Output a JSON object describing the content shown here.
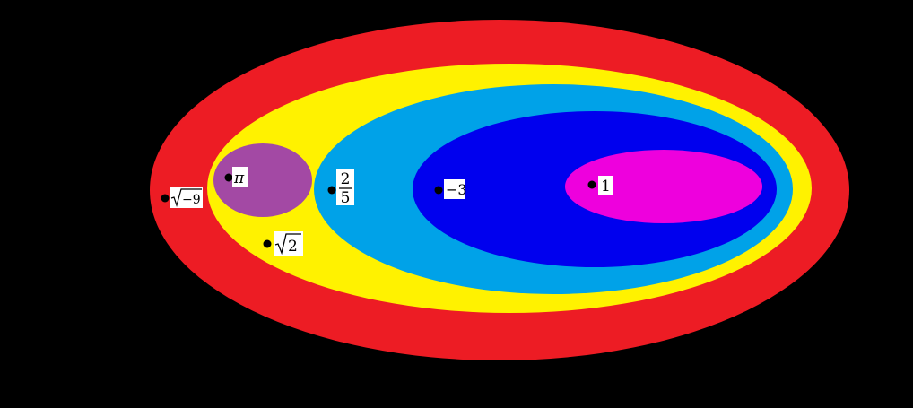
{
  "colors": {
    "background": "#000000",
    "outer": "#ed1c24",
    "second": "#fff200",
    "third": "#00a2e8",
    "fourth": "#0000ee",
    "inner": "#ee00dd",
    "side": "#a349a4",
    "label_bg": "#ffffff",
    "dot": "#000000"
  },
  "points": {
    "sqrt_neg9": {
      "radicand": "−9"
    },
    "pi": {
      "text": "π"
    },
    "sqrt2": {
      "radicand": "2"
    },
    "two_fifths": {
      "numerator": "2",
      "denominator": "5"
    },
    "neg3": {
      "text": "−3"
    },
    "one": {
      "text": "1"
    }
  }
}
